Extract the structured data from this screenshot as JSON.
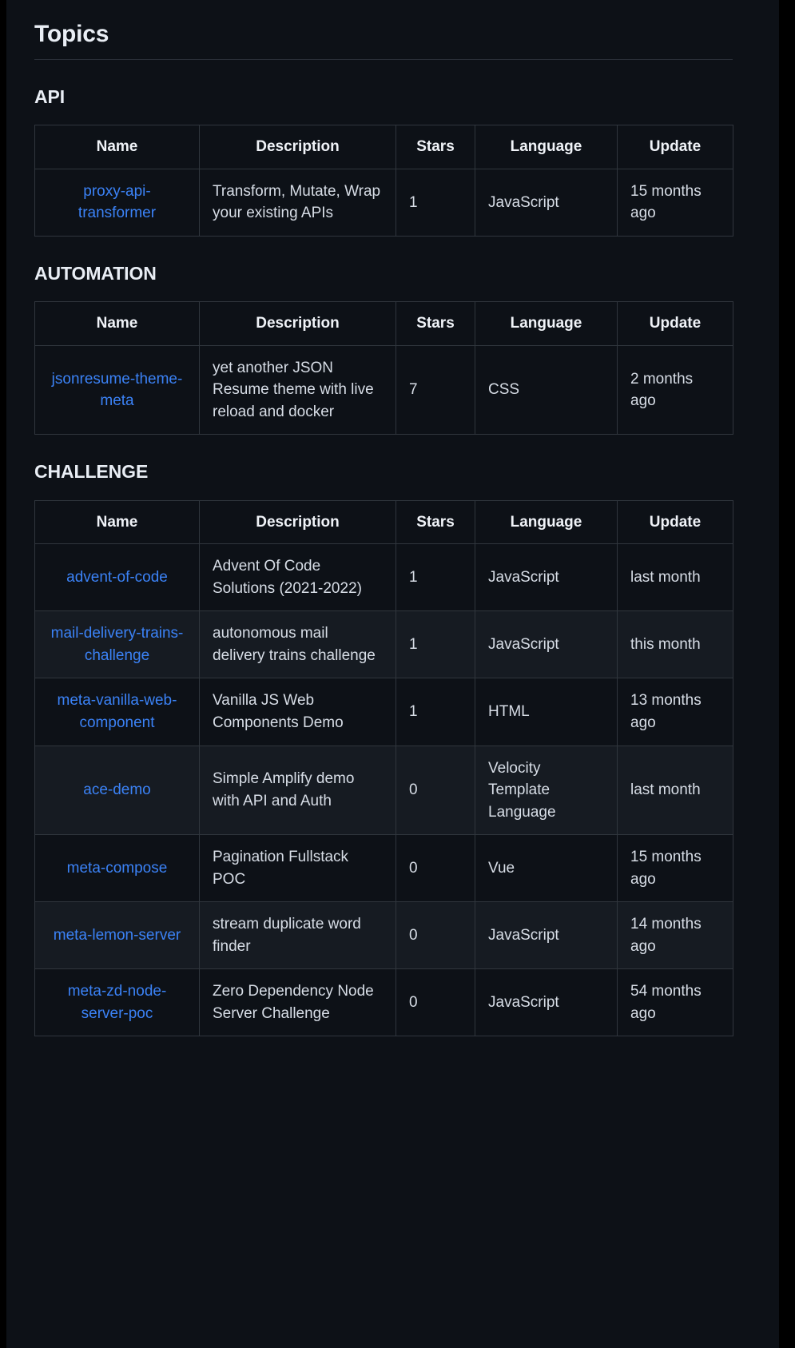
{
  "page": {
    "title": "Topics"
  },
  "columns": [
    "Name",
    "Description",
    "Stars",
    "Language",
    "Update"
  ],
  "sections": [
    {
      "heading": "API",
      "rows": [
        {
          "name": "proxy-api-transformer",
          "description": "Transform, Mutate, Wrap your existing APIs",
          "stars": "1",
          "language": "JavaScript",
          "update": "15 months ago"
        }
      ]
    },
    {
      "heading": "AUTOMATION",
      "rows": [
        {
          "name": "jsonresume-theme-meta",
          "description": "yet another JSON Resume theme with live reload and docker",
          "stars": "7",
          "language": "CSS",
          "update": "2 months ago"
        }
      ]
    },
    {
      "heading": "CHALLENGE",
      "rows": [
        {
          "name": "advent-of-code",
          "description": "Advent Of Code Solutions (2021-2022)",
          "stars": "1",
          "language": "JavaScript",
          "update": "last month"
        },
        {
          "name": "mail-delivery-trains-challenge",
          "description": "autonomous mail delivery trains challenge",
          "stars": "1",
          "language": "JavaScript",
          "update": "this month"
        },
        {
          "name": "meta-vanilla-web-component",
          "description": "Vanilla JS Web Components Demo",
          "stars": "1",
          "language": "HTML",
          "update": "13 months ago"
        },
        {
          "name": "ace-demo",
          "description": "Simple Amplify demo with API and Auth",
          "stars": "0",
          "language": "Velocity Template Language",
          "update": "last month"
        },
        {
          "name": "meta-compose",
          "description": "Pagination Fullstack POC",
          "stars": "0",
          "language": "Vue",
          "update": "15 months ago"
        },
        {
          "name": "meta-lemon-server",
          "description": "stream duplicate word finder",
          "stars": "0",
          "language": "JavaScript",
          "update": "14 months ago"
        },
        {
          "name": "meta-zd-node-server-poc",
          "description": "Zero Dependency Node Server Challenge",
          "stars": "0",
          "language": "JavaScript",
          "update": "54 months ago"
        }
      ]
    }
  ],
  "colors": {
    "background": "#0d1117",
    "row_alt": "#161b22",
    "border": "#30363d",
    "link": "#3b82f6",
    "text": "#d7dde6",
    "heading": "#e9eef5"
  }
}
